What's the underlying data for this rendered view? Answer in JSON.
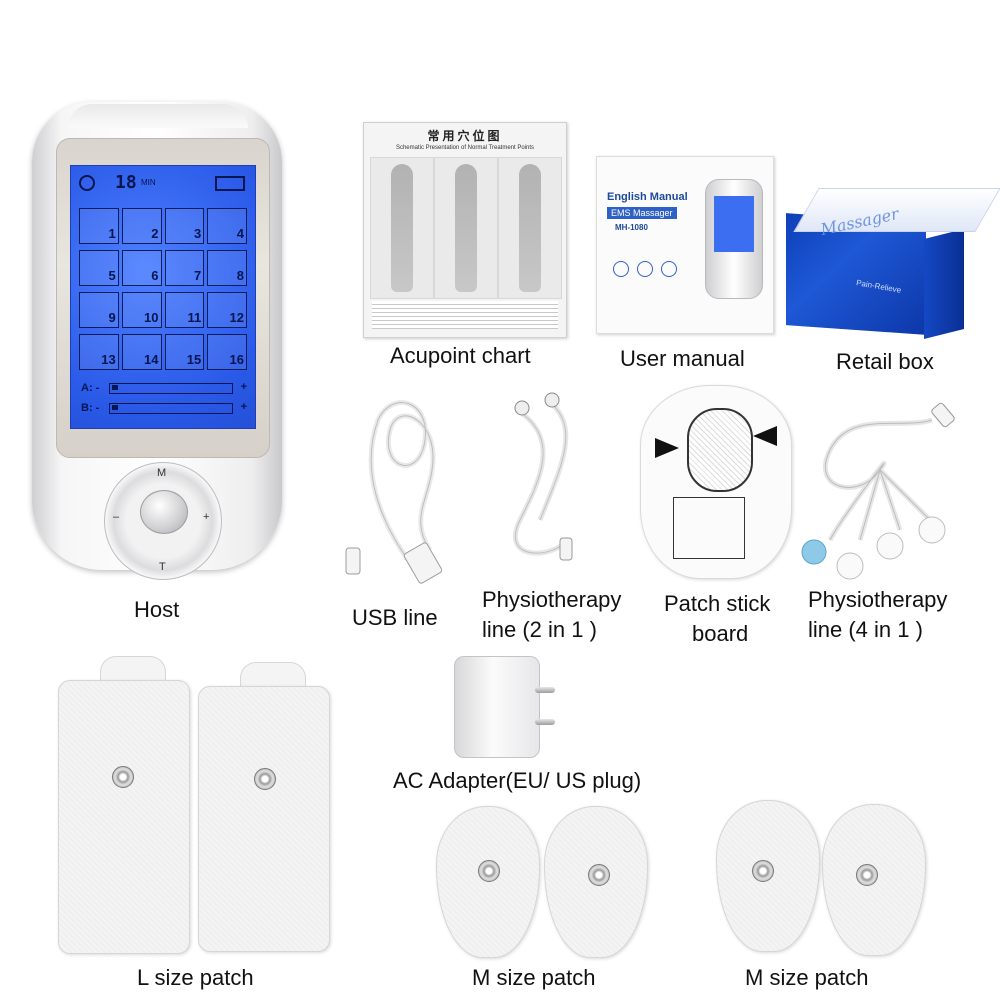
{
  "labels": {
    "host": "Host",
    "acupoint_chart": "Acupoint chart",
    "user_manual": "User manual",
    "retail_box": "Retail box",
    "usb_line": "USB line",
    "physio_2in1_a": "Physiotherapy",
    "physio_2in1_b": "line (2 in 1 )",
    "patch_board_a": "Patch stick",
    "patch_board_b": "board",
    "physio_4in1_a": "Physiotherapy",
    "physio_4in1_b": "line (4 in 1 )",
    "adapter": "AC Adapter(EU/ US plug)",
    "l_patch": "L size patch",
    "m_patch_1": "M size patch",
    "m_patch_2": "M size patch"
  },
  "device_screen": {
    "time": "18",
    "unit": "MIN",
    "channel_a": "A: -",
    "channel_b": "B: -",
    "plus": "+",
    "programs": [
      "1",
      "2",
      "3",
      "4",
      "5",
      "6",
      "7",
      "8",
      "9",
      "10",
      "11",
      "12",
      "13",
      "14",
      "15",
      "16"
    ]
  },
  "dial": {
    "top": "M",
    "bottom": "T",
    "left": "–",
    "right": "+"
  },
  "chart_doc": {
    "title": "常用穴位图",
    "subtitle": "Schematic   Presentation   of   Normal   Treatment   Points"
  },
  "manual_doc": {
    "title": "English Manual",
    "product": "EMS Massager",
    "model": "MH-1080"
  },
  "box_doc": {
    "brand": "Massager",
    "tagline": "Pain-Relieve"
  },
  "colors": {
    "screen_blue": "#2f63f0",
    "box_blue": "#1448c4"
  }
}
